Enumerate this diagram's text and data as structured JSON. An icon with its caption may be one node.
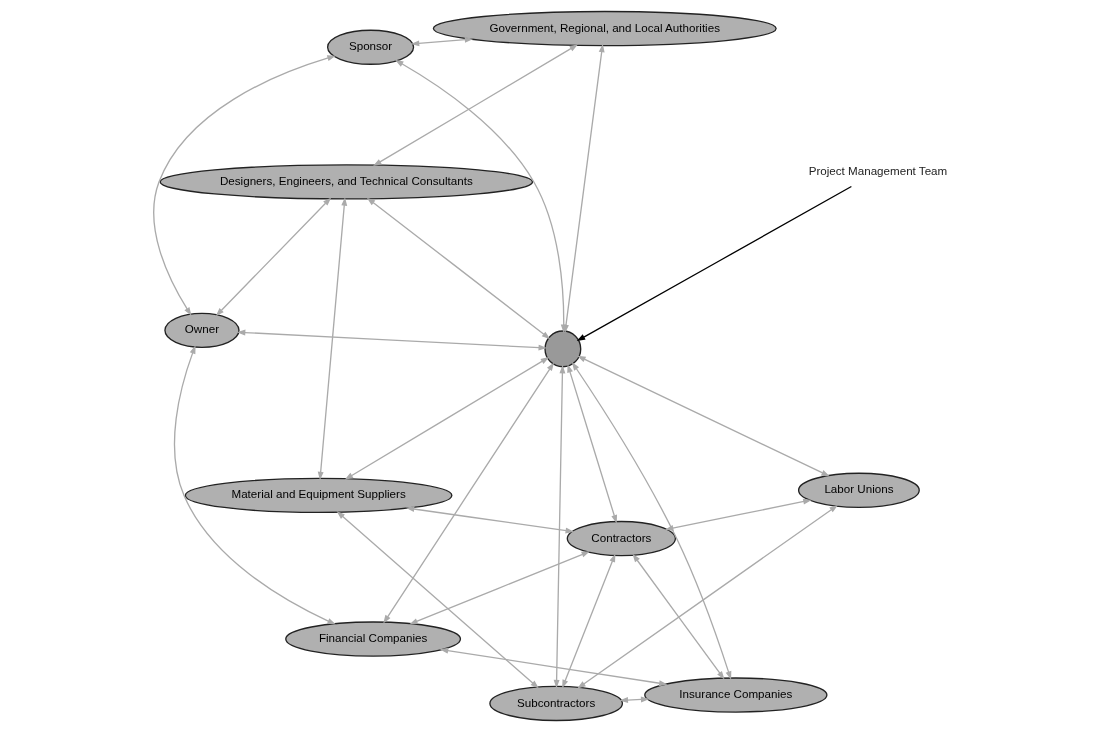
{
  "diagram": {
    "nodes": [
      {
        "text": [
          "Material and Equipment Suppliers"
        ]
      },
      {
        "text": [
          "Government, Regional, and Local Authorities"
        ]
      },
      {
        "text": [
          "Subcontractors"
        ]
      },
      {
        "text": [
          "Sponsor"
        ]
      },
      {
        "text": [
          "Project Management Team"
        ]
      },
      {
        "text": [],
        "shape": "circle"
      },
      {
        "text": [
          "Owner"
        ]
      },
      {
        "text": [
          "Labor Unions"
        ]
      },
      {
        "text": [
          "Financial Companies"
        ]
      },
      {
        "text": [
          "Designers, Engineers, and Technical Consultants"
        ]
      },
      {
        "text": [
          "Insurance Companies"
        ]
      },
      {
        "text": [
          "Contractors"
        ]
      }
    ],
    "edges": [
      {
        "from": 4,
        "to": 5,
        "arrow": "to",
        "color": "#000000"
      },
      {
        "from": 1,
        "to": 3,
        "arrow": "both"
      },
      {
        "from": 3,
        "to": 6,
        "arrow": "both"
      },
      {
        "from": 6,
        "to": 8,
        "arrow": "both"
      },
      {
        "from": 8,
        "to": 10,
        "arrow": "both"
      },
      {
        "from": 10,
        "to": 11,
        "arrow": "both"
      },
      {
        "from": 0,
        "to": 2,
        "arrow": "both"
      },
      {
        "from": 2,
        "to": 7,
        "arrow": "both"
      },
      {
        "from": 3,
        "to": 5,
        "arrow": "both"
      },
      {
        "from": 1,
        "to": 5,
        "arrow": "both"
      },
      {
        "from": 1,
        "to": 9,
        "arrow": "both"
      },
      {
        "from": 0,
        "to": 5,
        "arrow": "both"
      },
      {
        "from": 0,
        "to": 11,
        "arrow": "both"
      },
      {
        "from": 0,
        "to": 9,
        "arrow": "both"
      },
      {
        "from": 2,
        "to": 5,
        "arrow": "both"
      },
      {
        "from": 2,
        "to": 10,
        "arrow": "both"
      },
      {
        "from": 2,
        "to": 11,
        "arrow": "both"
      },
      {
        "from": 6,
        "to": 5,
        "arrow": "both"
      },
      {
        "from": 5,
        "to": 7,
        "arrow": "both"
      },
      {
        "from": 5,
        "to": 8,
        "arrow": "both"
      },
      {
        "from": 5,
        "to": 10,
        "arrow": "both"
      },
      {
        "from": 5,
        "to": 11,
        "arrow": "both"
      },
      {
        "from": 5,
        "to": 9,
        "arrow": "both"
      },
      {
        "from": 6,
        "to": 9,
        "arrow": "both"
      },
      {
        "from": 8,
        "to": 11,
        "arrow": "both"
      },
      {
        "from": 7,
        "to": 11,
        "arrow": "both"
      }
    ]
  }
}
